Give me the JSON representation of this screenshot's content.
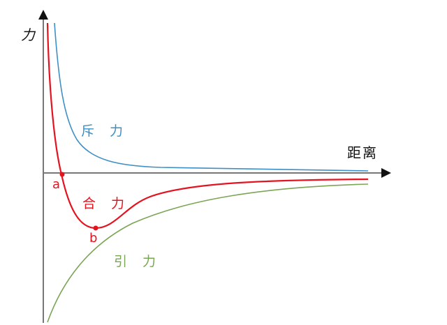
{
  "chart": {
    "y_axis_label": "力",
    "x_axis_label": "距离",
    "curves": {
      "repulsion": {
        "label": "斥 力",
        "color": "#3e8fc6"
      },
      "net": {
        "label": "合 力",
        "color": "#e3131f"
      },
      "attraction": {
        "label": "引 力",
        "color": "#7aa555"
      }
    },
    "points": {
      "a": "a",
      "b": "b"
    }
  },
  "chart_data": {
    "type": "line",
    "title": "",
    "xlabel": "距离",
    "ylabel": "力",
    "grid": false,
    "legend": "inline labels",
    "series": [
      {
        "name": "斥力",
        "color": "#3e8fc6",
        "description": "repulsive force, large positive at small distance, decays rapidly toward 0",
        "x": [
          0.05,
          0.1,
          0.2,
          0.3,
          0.5,
          1.0
        ],
        "values": [
          10.0,
          5.0,
          1.2,
          0.4,
          0.12,
          0.03
        ]
      },
      {
        "name": "合力",
        "color": "#e3131f",
        "description": "net force: positive at small distance, crosses zero at a, minimum at b, approaches 0 from below",
        "x": [
          0.02,
          0.06,
          0.1,
          0.16,
          0.3,
          0.5,
          1.0
        ],
        "values": [
          10.0,
          0.0,
          -3.3,
          -3.9,
          -1.6,
          -0.8,
          -0.4
        ]
      },
      {
        "name": "引力",
        "color": "#7aa555",
        "description": "attractive force, large negative at small distance, approaches 0 from below",
        "x": [
          0.02,
          0.1,
          0.3,
          0.5,
          1.0
        ],
        "values": [
          -10.0,
          -5.5,
          -2.4,
          -1.4,
          -0.8
        ]
      }
    ],
    "annotations": [
      {
        "text": "a",
        "meaning": "net force zero (equilibrium distance)"
      },
      {
        "text": "b",
        "meaning": "minimum of net force"
      }
    ]
  }
}
